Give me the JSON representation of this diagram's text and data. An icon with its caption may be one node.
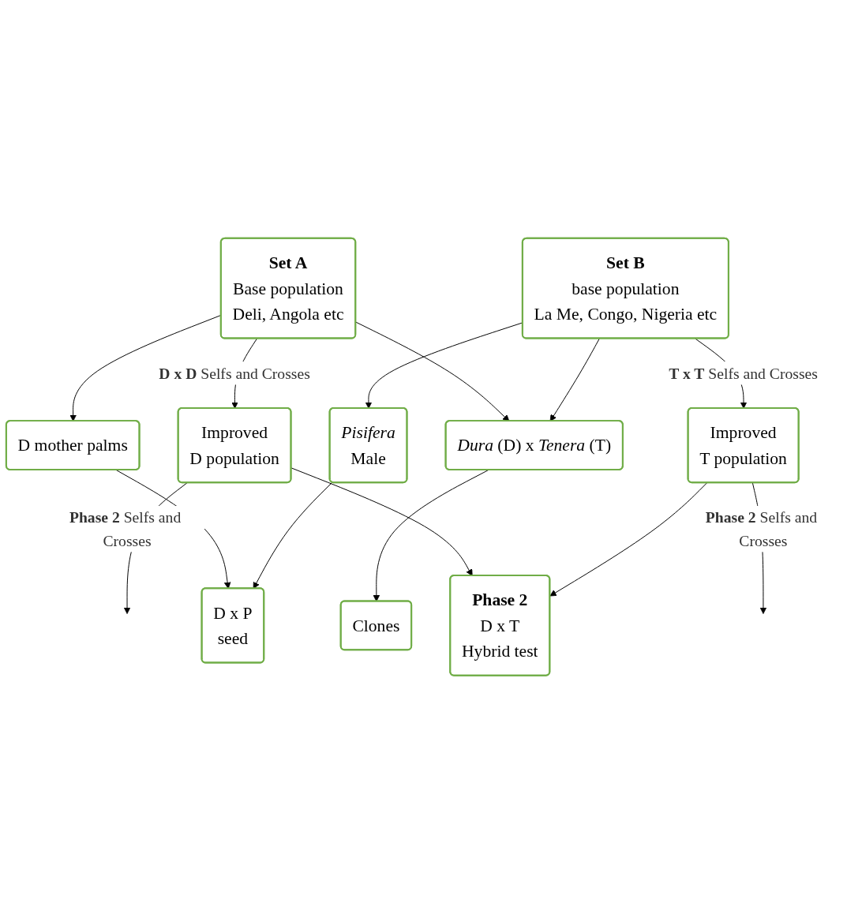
{
  "diagram": {
    "nodes": [
      {
        "text": [
          "**Set A**",
          "Base population",
          "Deli, Angola etc"
        ]
      },
      {
        "text": [
          "**Set B**",
          "base population",
          "La Me, Congo, Nigeria etc"
        ]
      },
      {
        "text": [
          "*Dura* (D) x *Tenera* (T)"
        ]
      },
      {
        "text": [
          "D mother palms"
        ]
      },
      {
        "text": [
          "Clones"
        ]
      },
      {
        "text": [
          "*Pisifera*",
          "Male"
        ]
      },
      {
        "text": [
          "Improved",
          "D population"
        ]
      },
      {
        "text": [
          "D x P",
          "seed"
        ]
      },
      {
        "text": [
          "Improved",
          "T population"
        ]
      },
      {
        "text": [
          "**Phase 2**",
          "D x T",
          "Hybrid test"
        ]
      }
    ],
    "edges": [
      {
        "from": 0,
        "to": 6,
        "arrow": "to",
        "label": "**D x D** Selfs and Crosses"
      },
      {
        "from": 0,
        "to": 3,
        "arrow": "to"
      },
      {
        "from": 0,
        "to": 2,
        "arrow": "to"
      },
      {
        "from": 1,
        "to": 2,
        "arrow": "to"
      },
      {
        "from": 1,
        "to": 5,
        "arrow": "to"
      },
      {
        "from": 1,
        "to": 8,
        "arrow": "to",
        "label": "**T x T** Selfs and Crosses"
      },
      {
        "from": 2,
        "to": 4,
        "arrow": "to"
      },
      {
        "from": 3,
        "to": 7,
        "arrow": "to"
      },
      {
        "from": 5,
        "to": 7,
        "arrow": "to"
      },
      {
        "from": 6,
        "to": 9,
        "arrow": "to"
      },
      {
        "from": 8,
        "to": 9,
        "arrow": "to"
      },
      {
        "from": 6,
        "to": null,
        "arrow": "to",
        "label": "**Phase 2** Selfs and Crosses"
      },
      {
        "from": 8,
        "to": null,
        "arrow": "to",
        "label": "**Phase 2** Selfs and Crosses"
      }
    ]
  }
}
